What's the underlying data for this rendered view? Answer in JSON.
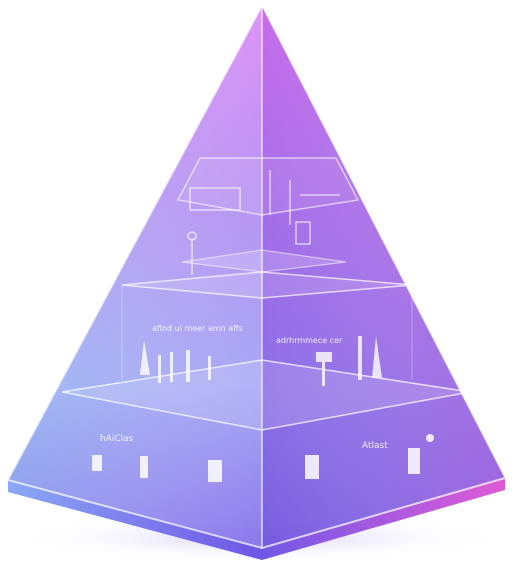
{
  "image": {
    "subject": "translucent-glass-pyramid",
    "background": "#ffffff",
    "palette": {
      "top": "#c86af0",
      "upper": "#a174ee",
      "mid": "#8c7cf2",
      "base": "#6d5ae8",
      "edge_glow": "#f06bd8",
      "rim": "#ffffff"
    },
    "tiers": [
      {
        "name": "apex",
        "label": ""
      },
      {
        "name": "upper",
        "label": ""
      },
      {
        "name": "middle",
        "label": ""
      },
      {
        "name": "base",
        "label": ""
      }
    ]
  },
  "glyphs": {
    "mid_left": "afind ui meer amn affs",
    "mid_right": "adrhrmmece cer",
    "low_left": "hAiClas",
    "low_right": "Atlast"
  }
}
